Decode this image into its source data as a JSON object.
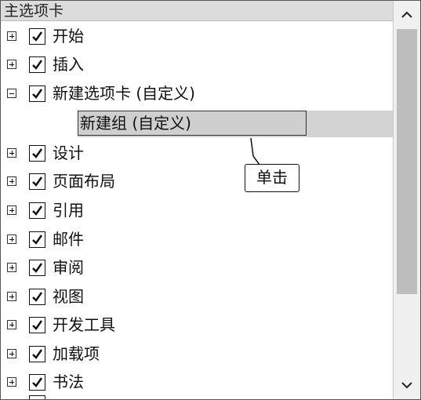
{
  "header": {
    "title": "主选项卡"
  },
  "tree": {
    "items": [
      {
        "label": "开始",
        "expander": "plus",
        "checked": true
      },
      {
        "label": "插入",
        "expander": "plus",
        "checked": true
      },
      {
        "label": "新建选项卡 (自定义)",
        "expander": "minus",
        "checked": true
      },
      {
        "label": "设计",
        "expander": "plus",
        "checked": true
      },
      {
        "label": "页面布局",
        "expander": "plus",
        "checked": true
      },
      {
        "label": "引用",
        "expander": "plus",
        "checked": true
      },
      {
        "label": "邮件",
        "expander": "plus",
        "checked": true
      },
      {
        "label": "审阅",
        "expander": "plus",
        "checked": true
      },
      {
        "label": "视图",
        "expander": "plus",
        "checked": true
      },
      {
        "label": "开发工具",
        "expander": "plus",
        "checked": true
      },
      {
        "label": "加载项",
        "expander": "plus",
        "checked": true
      },
      {
        "label": "书法",
        "expander": "plus",
        "checked": true
      }
    ],
    "new_group": {
      "label": "新建组 (自定义)"
    }
  },
  "callout": {
    "text": "单击"
  },
  "scrollbar": {
    "up_icon": "chevron-up-icon",
    "down_icon": "chevron-down-icon"
  },
  "colors": {
    "header_bg": "#dcdcdc",
    "selected_bg": "#d3d3d3",
    "thumb": "#bdbdbd"
  }
}
